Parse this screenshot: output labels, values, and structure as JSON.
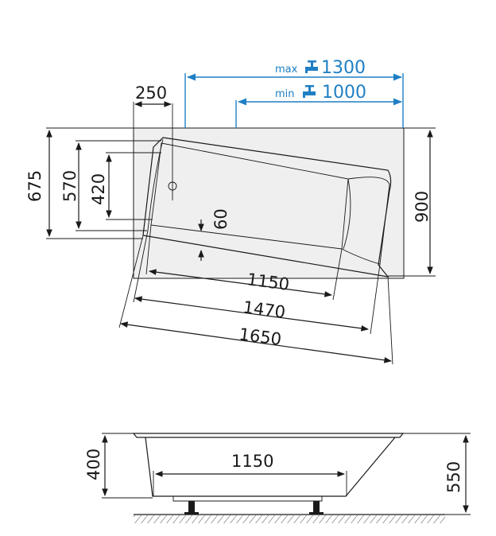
{
  "top_view": {
    "max_label": "max",
    "max_value": "1300",
    "min_label": "min",
    "min_value": "1000",
    "dim_250": "250",
    "dim_675": "675",
    "dim_570": "570",
    "dim_420": "420",
    "dim_60": "60",
    "dim_900": "900",
    "dim_1150": "1150",
    "dim_1470": "1470",
    "dim_1650": "1650"
  },
  "side_view": {
    "dim_400": "400",
    "dim_1150": "1150",
    "dim_550": "550"
  },
  "colors": {
    "accent": "#1f7fc4",
    "line": "#1a1a1a",
    "panel": "#efefef"
  },
  "icons": {
    "faucet": "faucet-icon"
  }
}
